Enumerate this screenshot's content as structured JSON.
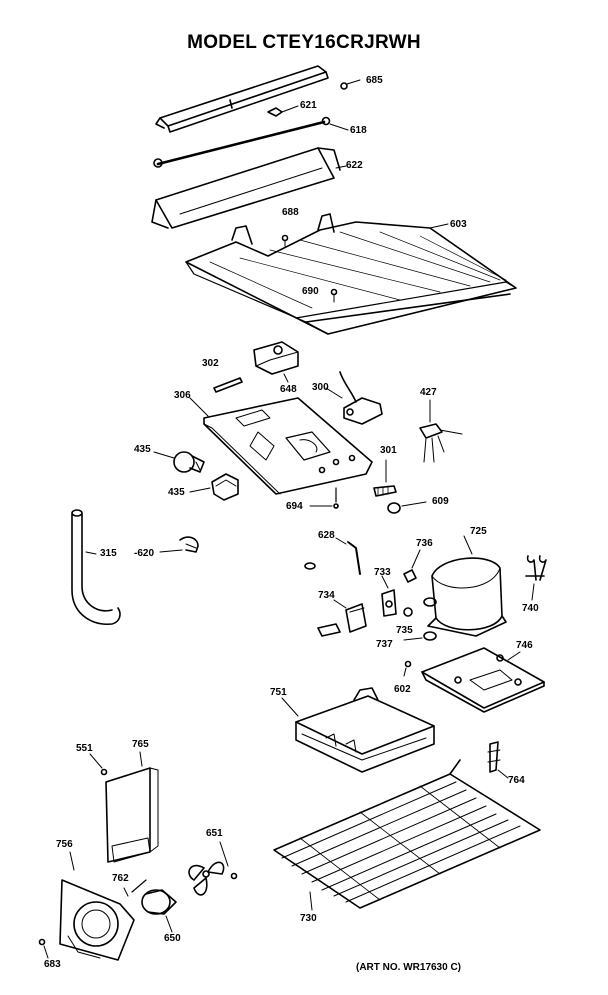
{
  "title": "MODEL CTEY16CRJRWH",
  "art_number": "(ART NO. WR17630 C)",
  "parts": {
    "p685a": "685",
    "p621": "621",
    "p618": "618",
    "p622": "622",
    "p688": "688",
    "p603": "603",
    "p690": "690",
    "p302": "302",
    "p648": "648",
    "p300": "300",
    "p427": "427",
    "p306": "306",
    "p435a": "435",
    "p435b": "435",
    "p301": "301",
    "p694": "694",
    "p609": "609",
    "p315": "315",
    "p620": "-620",
    "p628": "628",
    "p736": "736",
    "p725": "725",
    "p733": "733",
    "p740": "740",
    "p734": "734",
    "p735": "735",
    "p737": "737",
    "p746": "746",
    "p602": "602",
    "p751": "751",
    "p551": "551",
    "p765": "765",
    "p764": "764",
    "p756": "756",
    "p762": "762",
    "p651": "651",
    "p650": "650",
    "p730": "730",
    "p683": "683"
  }
}
